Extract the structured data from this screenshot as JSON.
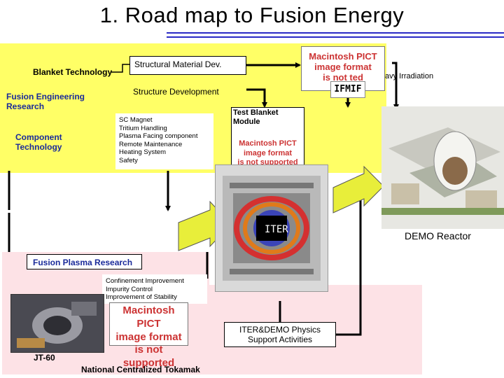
{
  "title": "1.  Road map to Fusion Energy",
  "blanket": {
    "blanket_technology": "Blanket Technology",
    "fusion_engineering_research": "Fusion Engineering Research",
    "component_technology": "Component Technology",
    "structural_material_dev": "Structural Material Dev.",
    "structure_development": "Structure Development",
    "heavy_irradiation": "avy Irradiation",
    "ifmif": "IFMIF",
    "tech_items": [
      "SC Magnet",
      "Tritium Handling",
      "Plasma Facing component",
      "Remote Maintenance",
      "Heating System",
      "Safety"
    ],
    "test_blanket_module": "Test Blanket Module"
  },
  "pict_placeholder": {
    "line1": "Macintosh PICT",
    "line2": "image format",
    "line3": "is not supported",
    "line3_partial": "is not     ted"
  },
  "iter": {
    "label": "ITER"
  },
  "demo": {
    "label": "DEMO Reactor"
  },
  "plasma": {
    "fusion_plasma_research": "Fusion Plasma Research",
    "improvements": [
      "Confinement Improvement",
      "Impurity Control",
      "Improvement of Stability"
    ],
    "physics_support": "ITER&DEMO Physics Support Activities",
    "jt60": "JT-60",
    "national_tokamak": "National Centralized Tokamak"
  },
  "colors": {
    "yellow": "#ffff66",
    "pink": "#fde2e6",
    "arrow_fill": "#e8ee3a",
    "rule_blue": "#2b2bc6"
  }
}
